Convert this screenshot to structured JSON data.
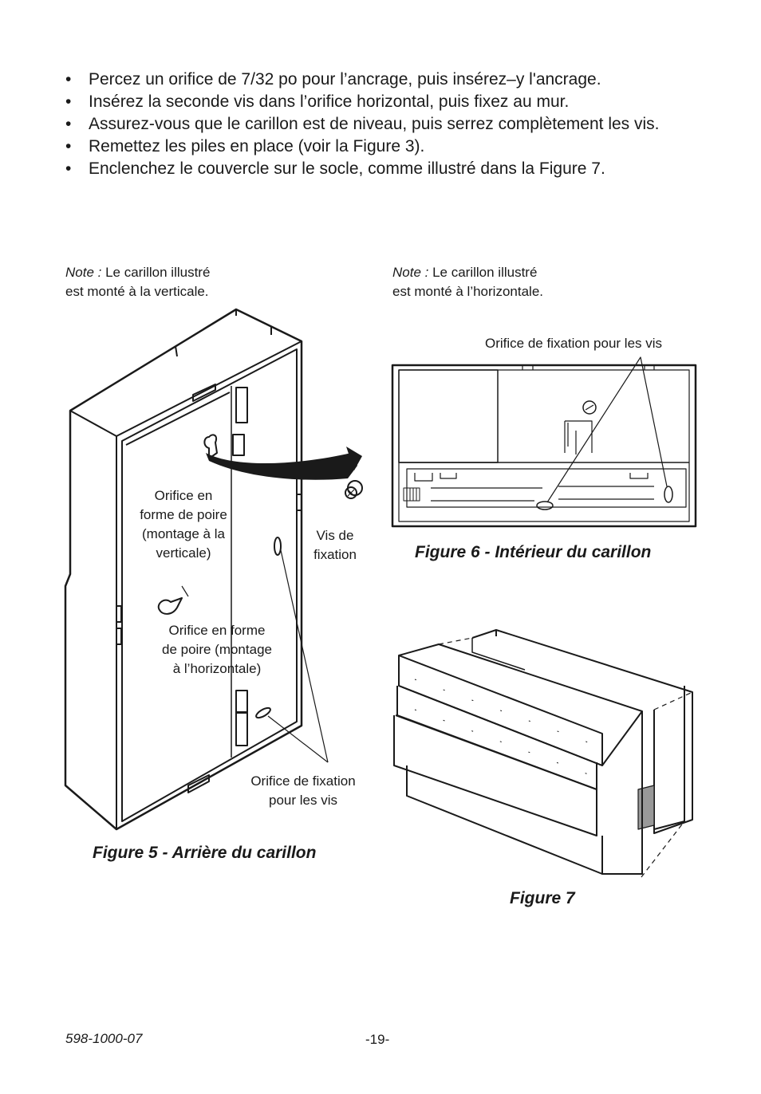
{
  "bullets": [
    "Percez un orifice de 7/32 po pour l’ancrage, puis insérez–y l'ancrage.",
    "Insérez la seconde vis dans l’orifice horizontal, puis fixez au mur.",
    "Assurez-vous que le carillon est de niveau, puis serrez complètement les vis.",
    "Remettez les piles en place (voir la Figure 3).",
    "Enclenchez le couvercle sur le socle, comme illustré dans la Figure 7."
  ],
  "note_left": {
    "label": "Note :",
    "text1": " Le carillon illustré",
    "text2": "est monté à la verticale."
  },
  "note_right": {
    "label": "Note :",
    "text1": " Le carillon illustré",
    "text2": "est monté à l’horizontale."
  },
  "fig5": {
    "label_keyhole_vertical": [
      "Orifice en",
      "forme de poire",
      "(montage à la",
      "verticale)"
    ],
    "label_screw": [
      "Vis de",
      "fixation"
    ],
    "label_keyhole_horizontal": [
      "Orifice en forme",
      "de poire (montage",
      "à l’horizontale)"
    ],
    "label_screw_holes": [
      "Orifice de fixation",
      "pour les vis"
    ],
    "title": "Figure 5 - Arrière du carillon"
  },
  "fig6": {
    "label_screw_holes": "Orifice de fixation pour les vis",
    "title": "Figure 6 - Intérieur du carillon"
  },
  "fig7": {
    "title": "Figure 7"
  },
  "footer": {
    "doc_number": "598-1000-07",
    "page_number": "-19-"
  }
}
